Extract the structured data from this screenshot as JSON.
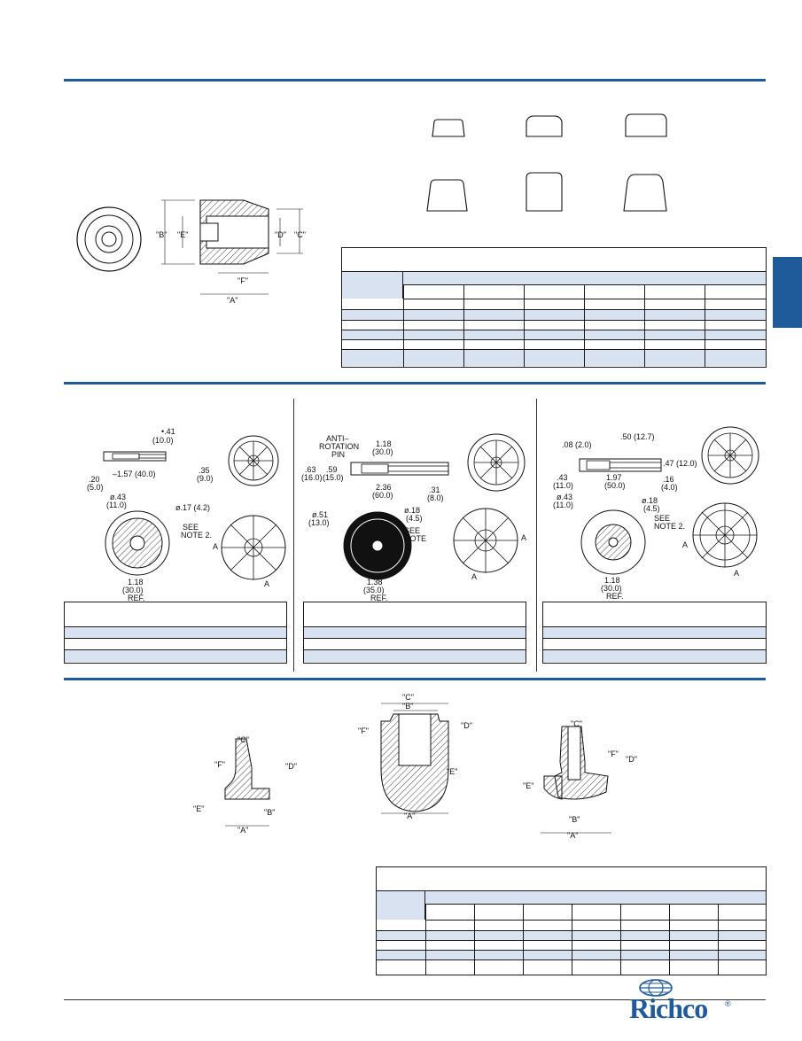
{
  "colors": {
    "accent": "#1f5a9a",
    "row_shade": "#d9e2f1"
  },
  "brand": {
    "logo_text": "Richco",
    "mark": "®",
    "icon": "globe-icon"
  },
  "section1": {
    "labels": {
      "A": "\"A\"",
      "B": "\"B\"",
      "C": "\"C\"",
      "D": "\"D\"",
      "E": "\"E\"",
      "F": "\"F\""
    }
  },
  "section2": {
    "panel1": {
      "dims": [
        "•.41",
        "(10.0)",
        ".20",
        "(5.0)",
        "–1.57  (40.0)",
        ".35",
        "(9.0)",
        "ø.43",
        "(11.0)",
        "ø.17  (4.2)",
        "SEE",
        "NOTE 2.",
        "1.18",
        "(30.0)",
        "REF."
      ],
      "section_marks": [
        "A",
        "A"
      ]
    },
    "panel2": {
      "dims": [
        "ANTI–",
        "ROTATION",
        "PIN",
        "1.18",
        "(30.0)",
        ".63",
        "(16.0)",
        ".59",
        "(15.0)",
        "2.36",
        "(60.0)",
        ".31",
        "(8.0)",
        "ø.51",
        "(13.0)",
        "ø.18",
        "(4.5)",
        "SEE",
        "NOTE",
        "2.",
        "1.38",
        "(35.0)",
        "REF."
      ],
      "section_marks": [
        "A",
        "A"
      ]
    },
    "panel3": {
      "dims": [
        ".50  (12.7)",
        ".08  (2.0)",
        ".47  (12.0)",
        ".43",
        "(11.0)",
        "1.97",
        "(50.0)",
        ".16",
        "(4.0)",
        "ø.43",
        "(11.0)",
        "ø.18",
        "(4.5)",
        "SEE",
        "NOTE  2.",
        "1.18",
        "(30.0)",
        "REF."
      ],
      "section_marks": [
        "A",
        "A"
      ]
    }
  },
  "section3": {
    "labels": {
      "A": "\"A\"",
      "B": "\"B\"",
      "C": "\"C\"",
      "D": "\"D\"",
      "E": "\"E\"",
      "F": "\"F\""
    }
  }
}
